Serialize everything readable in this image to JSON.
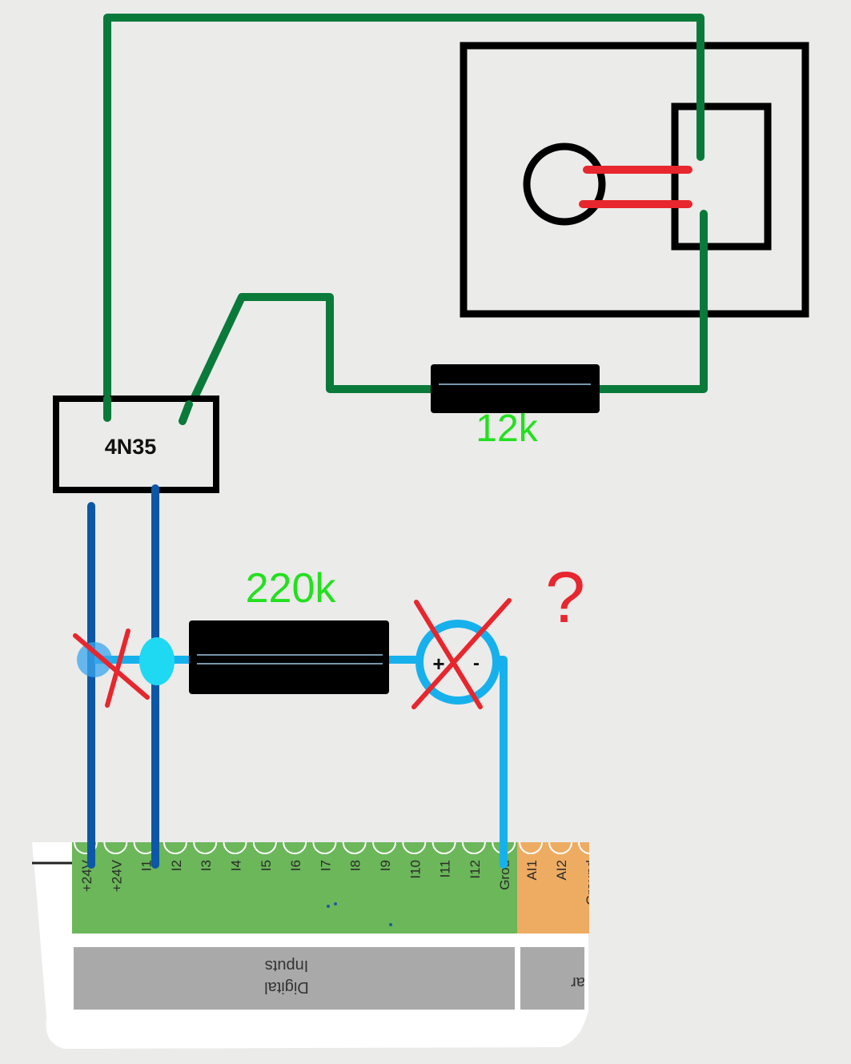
{
  "components": {
    "optocoupler": {
      "label": "4N35"
    },
    "resistor_top": {
      "label": "12k"
    },
    "resistor_bottom": {
      "label": "220k"
    },
    "source": {
      "plus_label": "+",
      "minus_label": "-"
    },
    "question": {
      "label": "?"
    }
  },
  "terminal_block": {
    "digital_pins": [
      "+24V",
      "+24V",
      "I1",
      "I2",
      "I3",
      "I4",
      "I5",
      "I6",
      "I7",
      "I8",
      "I9",
      "I10",
      "I11",
      "I12",
      "Grou"
    ],
    "analog_pins": [
      "AI1",
      "AI2",
      "Ground"
    ],
    "digital_section_label": [
      "Digital",
      "Inputs"
    ],
    "analog_section_label": [
      "ar"
    ]
  },
  "colors": {
    "green_wire": "#0a7a3a",
    "dark_blue_wire": "#0d57a7",
    "light_blue_wire": "#16b1ec",
    "red": "#e8262d",
    "label_green": "#22e01e",
    "terminal_green": "#6bb75a",
    "terminal_orange": "#eeac63",
    "section_gray": "#a9a9a9"
  }
}
